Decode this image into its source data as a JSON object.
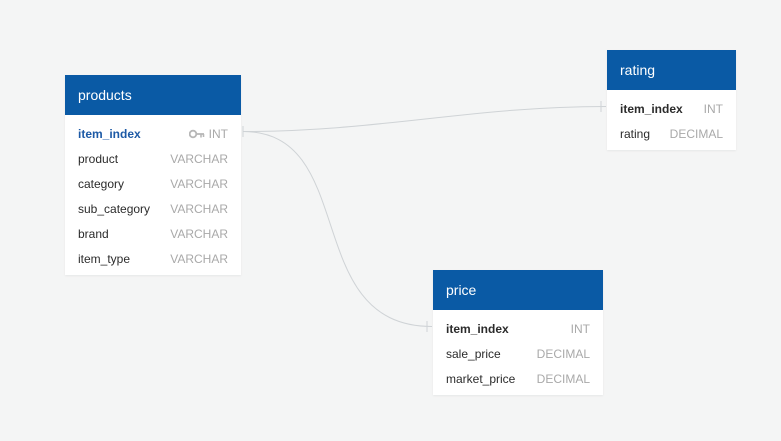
{
  "colors": {
    "header": "#0a5aa5",
    "canvas": "#f4f5f5",
    "connector": "#cfd3d6",
    "pk_text": "#1d5aa6",
    "type_text": "#a9a9a9"
  },
  "tables": [
    {
      "title": "products",
      "columns": [
        {
          "name": "item_index",
          "type": "INT",
          "primary_key": true,
          "key_icon": "key-icon"
        },
        {
          "name": "product",
          "type": "VARCHAR"
        },
        {
          "name": "category",
          "type": "VARCHAR"
        },
        {
          "name": "sub_category",
          "type": "VARCHAR"
        },
        {
          "name": "brand",
          "type": "VARCHAR"
        },
        {
          "name": "item_type",
          "type": "VARCHAR"
        }
      ]
    },
    {
      "title": "rating",
      "columns": [
        {
          "name": "item_index",
          "type": "INT",
          "primary_key": true
        },
        {
          "name": "rating",
          "type": "DECIMAL"
        }
      ]
    },
    {
      "title": "price",
      "columns": [
        {
          "name": "item_index",
          "type": "INT",
          "primary_key": true
        },
        {
          "name": "sale_price",
          "type": "DECIMAL"
        },
        {
          "name": "market_price",
          "type": "DECIMAL"
        }
      ]
    }
  ],
  "relationships": [
    {
      "from": "products.item_index",
      "to": "rating.item_index"
    },
    {
      "from": "products.item_index",
      "to": "price.item_index"
    }
  ]
}
